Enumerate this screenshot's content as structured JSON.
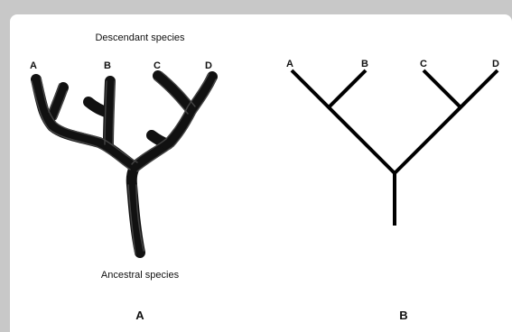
{
  "tree_a": {
    "top_caption": "Descendant species",
    "bottom_caption": "Ancestral species",
    "tips": [
      "A",
      "B",
      "C",
      "D"
    ],
    "figure_label": "A"
  },
  "tree_b": {
    "tips": [
      "A",
      "B",
      "C",
      "D"
    ],
    "figure_label": "B"
  },
  "colors": {
    "frame": "#c8c8c8",
    "panel": "#ffffff",
    "branch": "#000000"
  }
}
